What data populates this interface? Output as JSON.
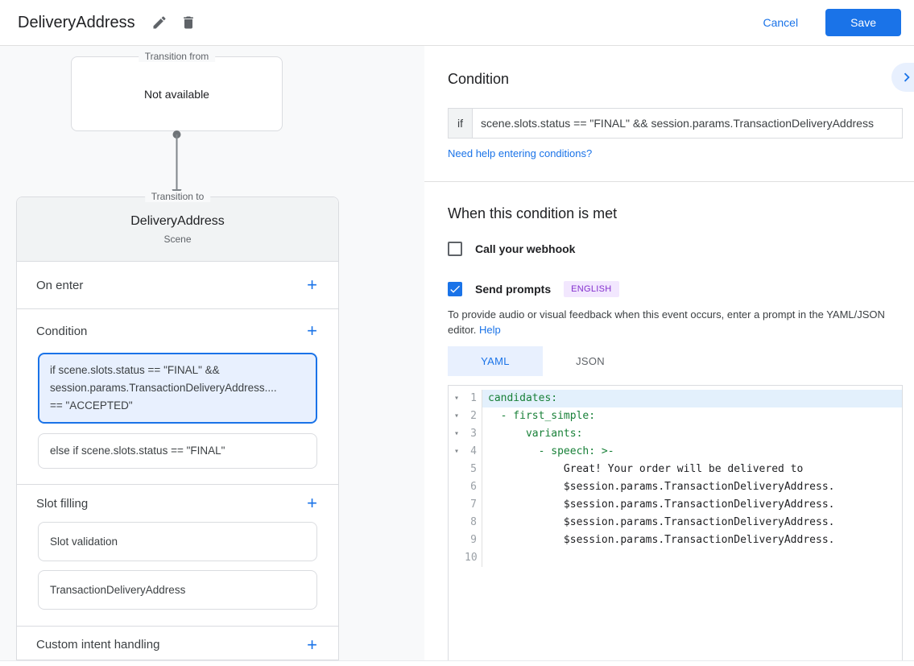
{
  "header": {
    "title": "DeliveryAddress",
    "cancel_label": "Cancel",
    "save_label": "Save"
  },
  "icons": {
    "plus": "+",
    "fold_arrow": "▾"
  },
  "flow": {
    "transition_from": {
      "label": "Transition from",
      "value": "Not available"
    },
    "transition_to": {
      "label": "Transition to",
      "title": "DeliveryAddress",
      "subtitle": "Scene",
      "on_enter_label": "On enter",
      "condition_label": "Condition",
      "slot_filling_label": "Slot filling",
      "custom_intent_label": "Custom intent handling",
      "conditions": [
        {
          "text": "if scene.slots.status == \"FINAL\" &&\nsession.params.TransactionDeliveryAddress....\n== \"ACCEPTED\"",
          "selected": true
        },
        {
          "text": "else if scene.slots.status == \"FINAL\"",
          "selected": false
        }
      ],
      "slots": [
        {
          "label": "Slot validation"
        },
        {
          "label": "TransactionDeliveryAddress"
        }
      ]
    }
  },
  "panel": {
    "title": "Condition",
    "if_label": "if",
    "if_value": "scene.slots.status == \"FINAL\" && session.params.TransactionDeliveryAddress",
    "help_link": "Need help entering conditions?",
    "when_title": "When this condition is met",
    "webhook_label": "Call your webhook",
    "prompts_label": "Send prompts",
    "language_badge": "ENGLISH",
    "description_before": "To provide audio or visual feedback when this event occurs, enter a prompt in the YAML/JSON editor. ",
    "description_help": "Help",
    "tabs": [
      {
        "label": "YAML",
        "active": true
      },
      {
        "label": "JSON",
        "active": false
      }
    ],
    "editor": {
      "lines": [
        {
          "num": "1",
          "text": "candidates:"
        },
        {
          "num": "2",
          "text": "  - first_simple:"
        },
        {
          "num": "3",
          "text": "      variants:"
        },
        {
          "num": "4",
          "text": "        - speech: >-"
        },
        {
          "num": "5",
          "text": "            Great! Your order will be delivered to"
        },
        {
          "num": "6",
          "text": "            $session.params.TransactionDeliveryAddress."
        },
        {
          "num": "7",
          "text": "            $session.params.TransactionDeliveryAddress."
        },
        {
          "num": "8",
          "text": "            $session.params.TransactionDeliveryAddress."
        },
        {
          "num": "9",
          "text": "            $session.params.TransactionDeliveryAddress."
        },
        {
          "num": "10",
          "text": ""
        }
      ]
    }
  },
  "colors": {
    "accent_blue": "#1a73e8",
    "code_green": "#188038",
    "selected_condition_bg": "#e8f0fe",
    "badge_purple_text": "#8430ce",
    "badge_purple_bg": "#f2e7fe",
    "panel_gray": "#f8f9fa",
    "scene_header_gray": "#f1f3f4"
  }
}
